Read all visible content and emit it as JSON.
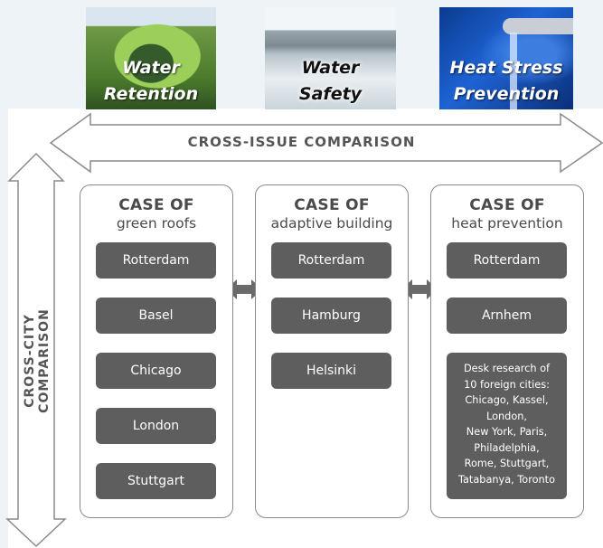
{
  "images": [
    {
      "line1": "Water",
      "line2": "Retention"
    },
    {
      "line1": "Water",
      "line2": "Safety"
    },
    {
      "line1": "Heat Stress",
      "line2": "Prevention"
    }
  ],
  "cross_issue_label": "CROSS-ISSUE COMPARISON",
  "cross_city_label": "CROSS-CITY COMPARISON",
  "cases": [
    {
      "title": "CASE OF",
      "subtitle": "green roofs",
      "cities": [
        "Rotterdam",
        "Basel",
        "Chicago",
        "London",
        "Stuttgart"
      ]
    },
    {
      "title": "CASE OF",
      "subtitle": "adaptive building",
      "cities": [
        "Rotterdam",
        "Hamburg",
        "Helsinki"
      ]
    },
    {
      "title": "CASE OF",
      "subtitle": "heat prevention",
      "cities": [
        "Rotterdam",
        "Arnhem"
      ],
      "desk_research": [
        "Desk research of",
        "10 foreign cities:",
        "Chicago, Kassel,",
        "London,",
        "New York, Paris,",
        "Philadelphia,",
        "Rome, Stuttgart,",
        "Tatabanya, Toronto"
      ]
    }
  ],
  "colors": {
    "pill": "#5e5e5e",
    "outline": "#8a8a8a",
    "heading_text": "#555555"
  }
}
